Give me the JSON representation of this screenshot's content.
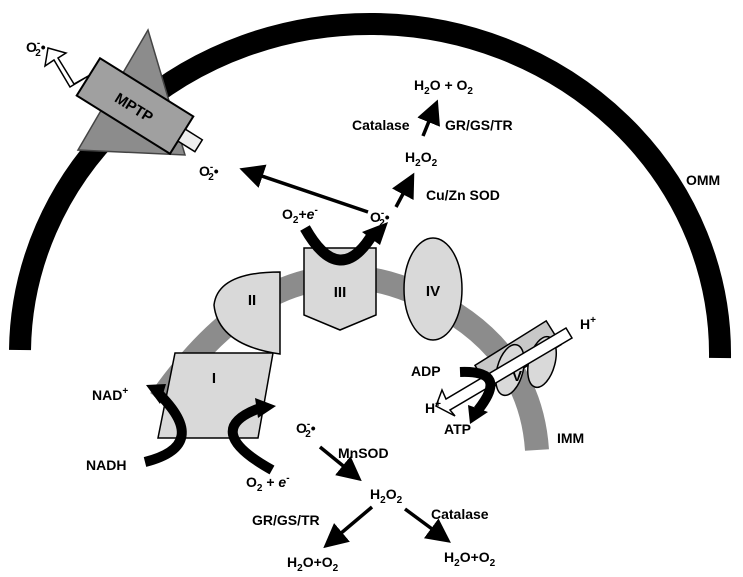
{
  "labels": {
    "omm": "OMM",
    "imm": "IMM",
    "mptp": "MPTP",
    "complex_1": "I",
    "complex_2": "II",
    "complex_3": "III",
    "complex_4": "IV",
    "complex_5": "V",
    "superoxide": "O",
    "superoxide_sub": "2",
    "superoxide_sup": "-",
    "dot": "•",
    "o2_plus_e_top": "O",
    "o2_plus_e_top_sub": "2",
    "o2_plus_e_top_plus": "+",
    "electron": "e",
    "electron_sup": "-",
    "o2_plus_e_bottom_plus": " + ",
    "h2o2": "H",
    "h2o2_sub1": "2",
    "h2o2_o": "O",
    "h2o2_sub2": "2",
    "h2o_plus_o2_top": "H",
    "h2o_plus_o2_top_sub1": "2",
    "h2o_plus_o2_top_mid": "O + O",
    "h2o_plus_o2_top_sub2": "2",
    "h2o_plus_o2": "H",
    "h2o_plus_o2_sub1": "2",
    "h2o_plus_o2_mid": "O+O",
    "h2o_plus_o2_sub2": "2",
    "catalase": "Catalase",
    "gr_gs_tr": "GR/GS/TR",
    "cu_zn_sod": "Cu/Zn SOD",
    "mnsod": "MnSOD",
    "nad": "NAD",
    "nad_sup": "+",
    "nadh": "NADH",
    "adp": "ADP",
    "atp": "ATP",
    "h_plus": "H",
    "h_plus_sup": "+"
  },
  "colors": {
    "membrane_outer": "#000000",
    "membrane_inner": "#8c8c8c",
    "complex_fill": "#d9d9d9",
    "mptp_fill": "#8c8c8c",
    "black_arrow": "#000000"
  }
}
